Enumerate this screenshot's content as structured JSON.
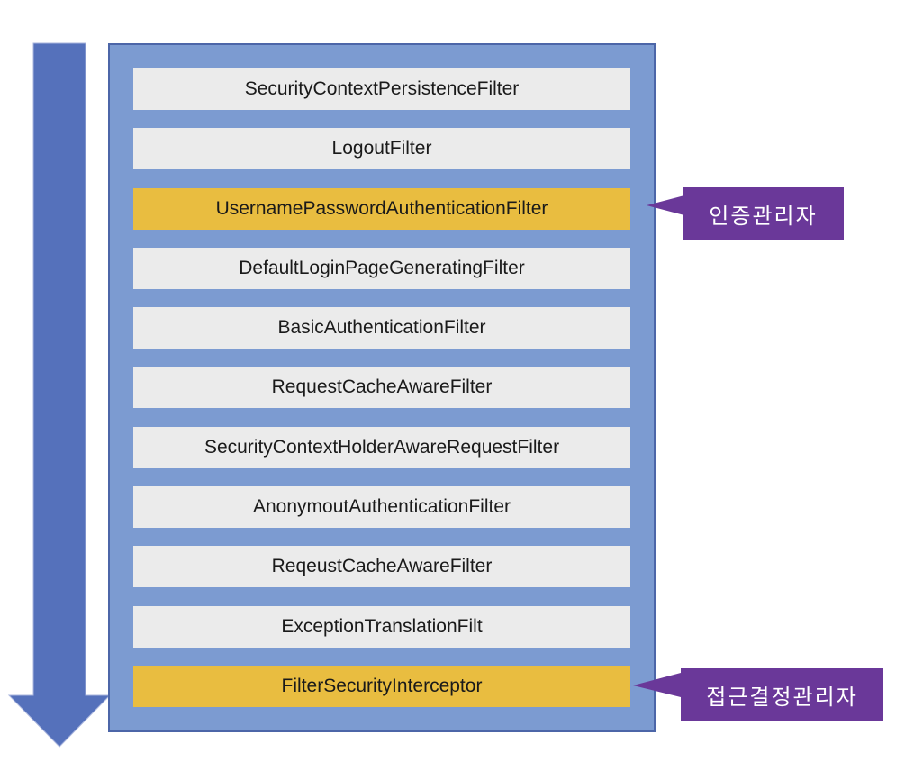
{
  "diagram": {
    "flow_arrow": {
      "icon": "down-block-arrow",
      "direction": "down"
    },
    "filter_chain": [
      {
        "label": "SecurityContextPersistenceFilter",
        "highlighted": false
      },
      {
        "label": "LogoutFilter",
        "highlighted": false
      },
      {
        "label": "UsernamePasswordAuthenticationFilter",
        "highlighted": true
      },
      {
        "label": "DefaultLoginPageGeneratingFilter",
        "highlighted": false
      },
      {
        "label": "BasicAuthenticationFilter",
        "highlighted": false
      },
      {
        "label": "RequestCacheAwareFilter",
        "highlighted": false
      },
      {
        "label": "SecurityContextHolderAwareRequestFilter",
        "highlighted": false
      },
      {
        "label": "AnonymoutAuthenticationFilter",
        "highlighted": false
      },
      {
        "label": "ReqeustCacheAwareFilter",
        "highlighted": false
      },
      {
        "label": "ExceptionTranslationFilt",
        "highlighted": false
      },
      {
        "label": "FilterSecurityInterceptor",
        "highlighted": true
      }
    ],
    "callouts": [
      {
        "label": "인증관리자"
      },
      {
        "label": "접근결정관리자"
      }
    ],
    "colors": {
      "arrow": "#5571BB",
      "container": "#7C9BD1",
      "container_border": "#4C66A8",
      "filter_box": "#EBEBEB",
      "highlight_box": "#E9BD40",
      "callout": "#6A3899",
      "callout_text": "#FFFFFF",
      "filter_text": "#1A1A1A"
    }
  }
}
